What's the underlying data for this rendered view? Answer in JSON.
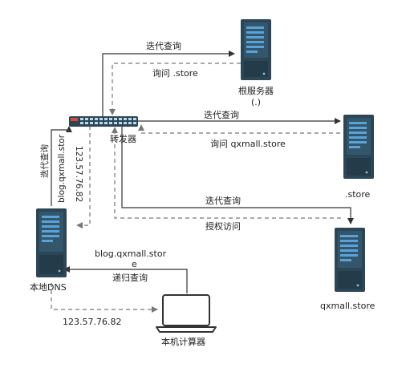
{
  "nodes": {
    "root_server": {
      "label_line1": "根服务器",
      "label_line2": "(.)"
    },
    "store_server": {
      "label": ".store"
    },
    "qxmall_server": {
      "label": "qxmall.store"
    },
    "local_dns": {
      "label": "本地DNS"
    },
    "switch": {
      "label": "转发器"
    },
    "laptop": {
      "label": "本机计算器"
    }
  },
  "edges": {
    "to_root_query": "迭代查询",
    "from_root_reply": "询问 .store",
    "to_store_query": "迭代查询",
    "from_store_reply": "询问 qxmall.store",
    "to_qxmall_query": "迭代查询",
    "from_qxmall_reply": "授权访问",
    "dns_to_switch_label": "迭代查询",
    "dns_to_switch_domain": "blog.qxmall.stor",
    "switch_to_dns_ip": "123.57.76.82",
    "laptop_to_dns_domain_line1": "blog.qxmall.stor",
    "laptop_to_dns_domain_line2": "e",
    "laptop_to_dns_label": "递归查询",
    "dns_to_laptop_ip": "123.57.76.82"
  },
  "colors": {
    "server_body": "#2b4657",
    "server_bar": "#5aa3d8",
    "solid_line": "#333333",
    "dashed_line": "#7a7a7a"
  }
}
